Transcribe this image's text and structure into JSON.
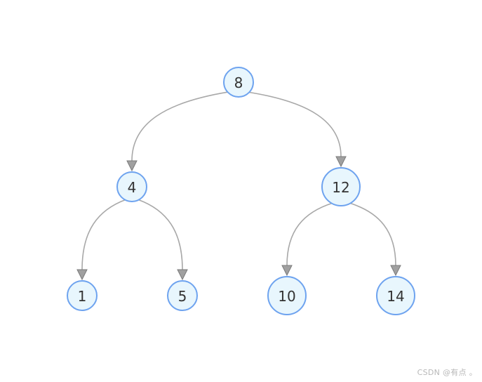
{
  "diagram": {
    "type": "binary-tree",
    "colors": {
      "node_fill": "#e8f6fd",
      "node_stroke": "#6ea3ef",
      "edge": "#a8a8a8",
      "text": "#333333"
    },
    "nodes": [
      {
        "id": "n8",
        "label": "8"
      },
      {
        "id": "n4",
        "label": "4"
      },
      {
        "id": "n12",
        "label": "12"
      },
      {
        "id": "n1",
        "label": "1"
      },
      {
        "id": "n5",
        "label": "5"
      },
      {
        "id": "n10",
        "label": "10"
      },
      {
        "id": "n14",
        "label": "14"
      }
    ],
    "edges": [
      {
        "from": "n8",
        "to": "n4"
      },
      {
        "from": "n8",
        "to": "n12"
      },
      {
        "from": "n4",
        "to": "n1"
      },
      {
        "from": "n4",
        "to": "n5"
      },
      {
        "from": "n12",
        "to": "n10"
      },
      {
        "from": "n12",
        "to": "n14"
      }
    ]
  },
  "watermark": {
    "text": "CSDN @有点 。"
  }
}
